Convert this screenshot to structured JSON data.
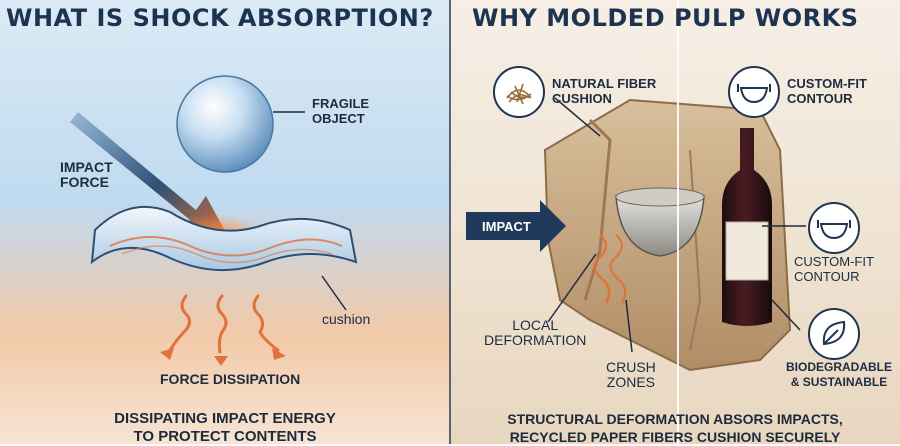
{
  "left_panel": {
    "title": "WHAT IS SHOCK ABSORPTION?",
    "fragile_label": "FRAGILE OBJECT",
    "fragile_line1": "FRAGILE",
    "fragile_line2": "OBJECT",
    "impact_line1": "IMPACT",
    "impact_line2": "FORCE",
    "cushion_label": "cushion",
    "dissipation_label": "FORCE DISSIPATION",
    "caption_line1": "DISSIPATING IMPACT ENERGY",
    "caption_line2": "TO PROTECT CONTENTS"
  },
  "right_panel": {
    "title": "WHY MOLDED PULP WORKS",
    "fiber_line1": "NATURAL FIBER",
    "fiber_line2": "CUSHION",
    "contour_top_line1": "CUSTOM-FIT",
    "contour_top_line2": "CONTOUR",
    "impact_arrow_label": "IMPACT",
    "contour_mid_line1": "CUSTOM-FIT",
    "contour_mid_line2": "CONTOUR",
    "local_line1": "LOCAL",
    "local_line2": "DEFORMATION",
    "crush_line1": "CRUSH",
    "crush_line2": "ZONES",
    "bio_line1": "BIODEGRADABLE",
    "bio_line2": "& SUSTAINABLE",
    "caption_line1": "STRUCTURAL DEFORMATION ABSORS IMPACTS,",
    "caption_line2": "RECYCLED PAPER FIBERS CUSHION SECURELY"
  },
  "icons": {
    "fiber": "fiber-nest-icon",
    "contour_top": "bowl-contour-icon",
    "contour_mid": "bowl-contour-icon",
    "bio": "leaf-icon"
  },
  "colors": {
    "navy": "#1f3550",
    "impact_arrow": "#2c4f73",
    "orange": "#e0733a",
    "pulp": "#c9a883"
  }
}
